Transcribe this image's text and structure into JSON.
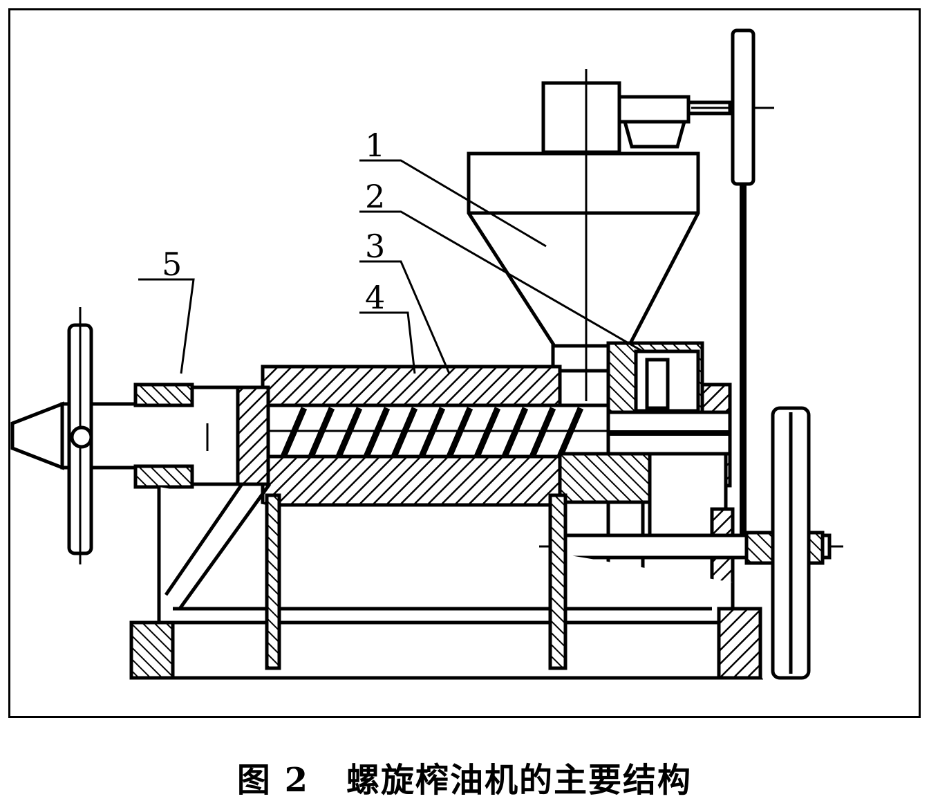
{
  "figure": {
    "number": "图 2",
    "title": "螺旋榨油机的主要结构"
  },
  "labels": [
    "1",
    "2",
    "3",
    "4",
    "5"
  ],
  "colors": {
    "ink": "#000000",
    "paper": "#ffffff"
  }
}
